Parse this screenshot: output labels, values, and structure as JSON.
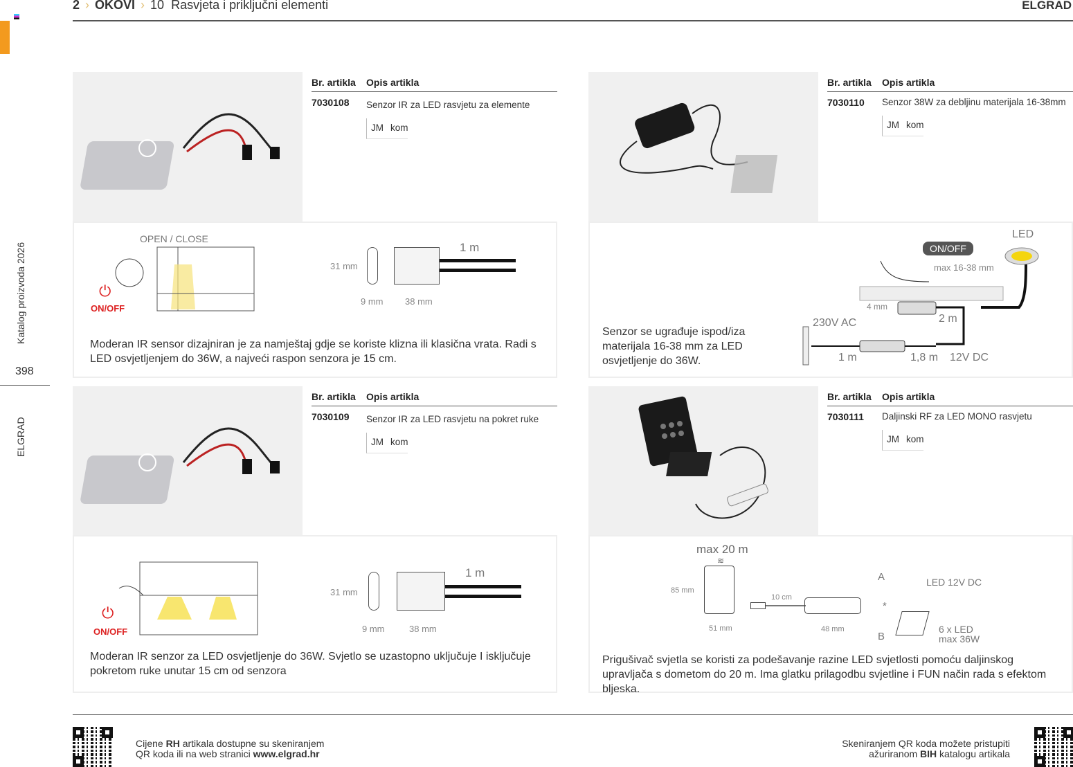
{
  "header": {
    "section_num": "2",
    "section": "OKOVI",
    "sub_num": "10",
    "sub": "Rasvjeta i priključni elementi",
    "brand": "ELGRAD"
  },
  "sidebar": {
    "catalog": "Katalog proizvoda 2026",
    "page": "398",
    "brand": "ELGRAD",
    "accent": "#f39a1e"
  },
  "table_headers": {
    "code": "Br. artikla",
    "desc": "Opis artikla"
  },
  "products": [
    {
      "code": "7030108",
      "desc": "Senzor IR za LED rasvjetu za elemente",
      "jm": "JM",
      "unit": "kom",
      "diagram": {
        "open_close": "OPEN / CLOSE",
        "onoff": "ON/OFF",
        "h": "31 mm",
        "w": "9 mm",
        "l": "38 mm",
        "cable": "1 m"
      },
      "text": "Moderan IR sensor dizajniran je za namještaj gdje se koriste klizna ili klasična vrata. Radi s LED osvjetljenjem do 36W, a najveći raspon senzora je 15 cm."
    },
    {
      "code": "7030110",
      "desc": "Senzor 38W za debljinu materijala 16-38mm",
      "jm": "JM",
      "unit": "kom",
      "diagram": {
        "onoff": "ON/OFF",
        "led": "LED",
        "thickness": "max 16-38 mm",
        "depth": "4 mm",
        "cable2": "2 m",
        "ac": "230V AC",
        "cable1": "1 m",
        "cable18": "1,8 m",
        "dc": "12V DC"
      },
      "text": "Senzor se ugrađuje ispod/iza materijala 16-38 mm za LED osvjetljenje do 36W."
    },
    {
      "code": "7030109",
      "desc": "Senzor IR za LED rasvjetu na pokret ruke",
      "jm": "JM",
      "unit": "kom",
      "diagram": {
        "onoff": "ON/OFF",
        "h": "31 mm",
        "w": "9 mm",
        "l": "38 mm",
        "cable": "1 m"
      },
      "text": "Moderan IR senzor za LED osvjetljenje do 36W. Svjetlo se uzastopno uključuje I isključuje pokretom ruke unutar 15 cm od senzora"
    },
    {
      "code": "7030111",
      "desc": "Daljinski RF za LED MONO rasvjetu",
      "jm": "JM",
      "unit": "kom",
      "diagram": {
        "range": "max 20 m",
        "h": "85 mm",
        "w": "51 mm",
        "cable": "10 cm",
        "l": "48 mm",
        "a": "A",
        "b": "B",
        "star": "*",
        "led_dc": "LED 12V DC",
        "led6": "6 x LED",
        "max": "max 36W"
      },
      "text": "Prigušivač svjetla se koristi za podešavanje razine LED svjetlosti pomoću daljinskog upravljača s dometom do 20 m. Ima glatku prilagodbu svjetline i FUN način rada s efektom bljeska."
    }
  ],
  "footer": {
    "left_1": "Cijene ",
    "left_rh": "RH",
    "left_2": " artikala dostupne su skeniranjem",
    "left_3": "QR koda ili na web stranici ",
    "left_url": "www.elgrad.hr",
    "right_1": "Skeniranjem QR koda možete pristupiti",
    "right_2": "ažuriranom ",
    "right_bih": "BIH",
    "right_3": " katalogu artikala"
  }
}
